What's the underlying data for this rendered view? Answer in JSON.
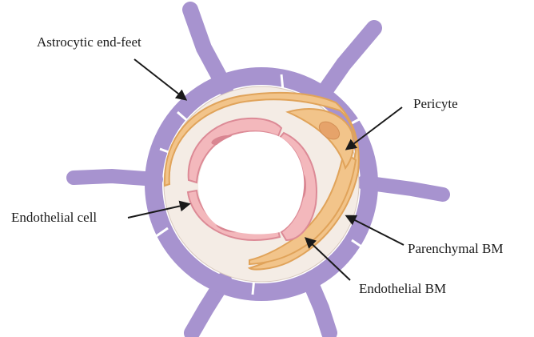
{
  "labels": {
    "astrocytic_end_feet": "Astrocytic end-feet",
    "pericyte": "Pericyte",
    "endothelial_cell": "Endothelial cell",
    "parenchymal_bm": "Parenchymal BM",
    "endothelial_bm": "Endothelial BM"
  },
  "colors": {
    "astrocyte_fill": "#a793cf",
    "astrocyte_stroke": "#7f67b3",
    "parenchyma_fill": "#f4ece5",
    "pericyte_fill": "#f2c48a",
    "pericyte_stroke": "#e0a35a",
    "pericyte_nucleus": "#e6a36a",
    "endothelial_fill": "#f3b8bc",
    "endothelial_stroke": "#dc8a96",
    "endothelial_nucleus": "#d98591",
    "arrow": "#1a1a1a"
  }
}
